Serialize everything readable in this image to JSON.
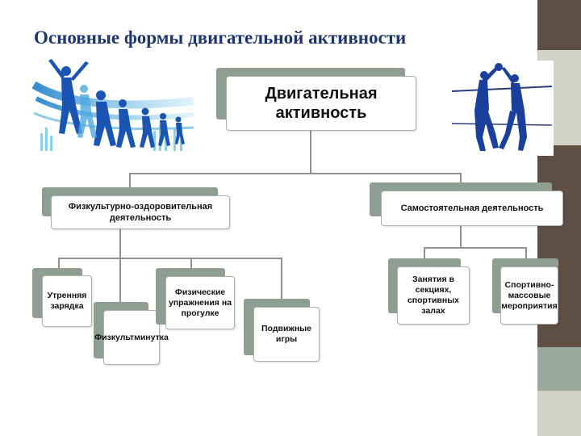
{
  "title": "Основные формы двигательной активности",
  "diagram": {
    "root": "Двигательная активность",
    "level1": [
      "Физкультурно-оздоровительная деятельность",
      "Самостоятельная деятельность"
    ],
    "left_children": [
      "Утренняя зарядка",
      "Физкультминутка",
      "Физические упражнения на прогулке",
      "Подвижные игры"
    ],
    "right_children": [
      "Занятия в секциях, спортивных залах",
      "Спортивно-массовые мероприятия"
    ]
  },
  "images": {
    "left": "running-people-illustration",
    "right": "volleyball-players-illustration"
  },
  "colors": {
    "title": "#1f3570",
    "tab": "#8f9e92",
    "stripe_dark": "#5e4f43",
    "stripe_light": "#cfcfc5",
    "stripe_green": "#9aa99d",
    "runner_blue": "#1b55b3"
  }
}
